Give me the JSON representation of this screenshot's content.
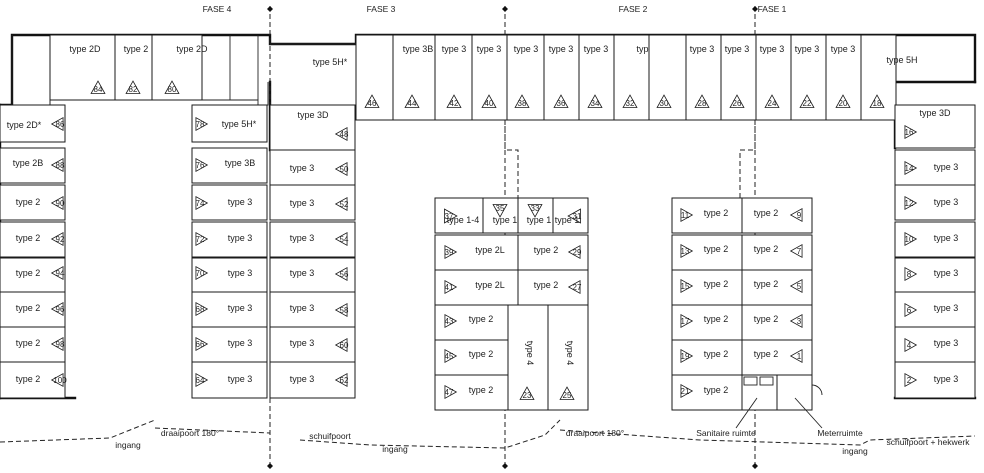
{
  "phases": [
    {
      "label": "FASE 4"
    },
    {
      "label": "FASE 3"
    },
    {
      "label": "FASE 2"
    },
    {
      "label": "FASE 1"
    }
  ],
  "units": [
    {
      "label": "type 2D",
      "number": "84"
    },
    {
      "label": "type 2",
      "number": "82"
    },
    {
      "label": "type 2D",
      "number": "80"
    },
    {
      "label": "type 2D*",
      "number": "86"
    },
    {
      "label": "type 2B",
      "number": "88"
    },
    {
      "label": "type 2",
      "number": "90"
    },
    {
      "label": "type 2",
      "number": "92"
    },
    {
      "label": "type 2",
      "number": "94"
    },
    {
      "label": "type 2",
      "number": "96"
    },
    {
      "label": "type 2",
      "number": "98"
    },
    {
      "label": "type 2",
      "number": "100"
    },
    {
      "label": "type 5H*",
      "number": "78"
    },
    {
      "label": "type 3B",
      "number": "76"
    },
    {
      "label": "type 3",
      "number": "74"
    },
    {
      "label": "type 3",
      "number": "72"
    },
    {
      "label": "type 3",
      "number": "70"
    },
    {
      "label": "type 3",
      "number": "68"
    },
    {
      "label": "type 3",
      "number": "66"
    },
    {
      "label": "type 3",
      "number": "64"
    },
    {
      "label": "type 5H*",
      "number": "46"
    },
    {
      "label": "type 3B",
      "number": "44"
    },
    {
      "label": "type 3",
      "number": "42"
    },
    {
      "label": "type 3",
      "number": "40"
    },
    {
      "label": "type 3",
      "number": "38"
    },
    {
      "label": "type 3",
      "number": "36"
    },
    {
      "label": "type 3",
      "number": "34"
    },
    {
      "label": "type 3D",
      "number": "32"
    },
    {
      "label": "",
      "number": "30"
    },
    {
      "label": "type 3",
      "number": "28"
    },
    {
      "label": "type 3",
      "number": "26"
    },
    {
      "label": "type 3",
      "number": "24"
    },
    {
      "label": "type 3",
      "number": "22"
    },
    {
      "label": "type 3",
      "number": "20"
    },
    {
      "label": "type 5H",
      "number": "18"
    },
    {
      "label": "type 3D",
      "number": "48"
    },
    {
      "label": "type 3",
      "number": "50"
    },
    {
      "label": "type 3",
      "number": "52"
    },
    {
      "label": "type 3",
      "number": "54"
    },
    {
      "label": "type 3",
      "number": "56"
    },
    {
      "label": "type 3",
      "number": "58"
    },
    {
      "label": "type 3",
      "number": "60"
    },
    {
      "label": "type 3",
      "number": "62"
    },
    {
      "label": "type 1-4",
      "number": "37"
    },
    {
      "label": "type 1",
      "number": "35"
    },
    {
      "label": "type 1",
      "number": "33"
    },
    {
      "label": "type 1",
      "number": "31"
    },
    {
      "label": "type 2L",
      "number": "39"
    },
    {
      "label": "type 2",
      "number": "29"
    },
    {
      "label": "type 2L",
      "number": "41"
    },
    {
      "label": "type 2",
      "number": "27"
    },
    {
      "label": "type 2",
      "number": "43"
    },
    {
      "label": "type 2",
      "number": "45"
    },
    {
      "label": "type 2",
      "number": "47"
    },
    {
      "label": "type 4",
      "number": "23"
    },
    {
      "label": "type 4",
      "number": "25"
    },
    {
      "label": "type 2",
      "number": "11"
    },
    {
      "label": "type 2",
      "number": "9"
    },
    {
      "label": "type 2",
      "number": "13"
    },
    {
      "label": "type 2",
      "number": "7"
    },
    {
      "label": "type 2",
      "number": "15"
    },
    {
      "label": "type 2",
      "number": "5"
    },
    {
      "label": "type 2",
      "number": "17"
    },
    {
      "label": "type 2",
      "number": "3"
    },
    {
      "label": "type 2",
      "number": "19"
    },
    {
      "label": "type 2",
      "number": "1"
    },
    {
      "label": "type 2",
      "number": "21"
    },
    {
      "label": "type 3D",
      "number": "16"
    },
    {
      "label": "type 3",
      "number": "14"
    },
    {
      "label": "type 3",
      "number": "12"
    },
    {
      "label": "type 3",
      "number": "10"
    },
    {
      "label": "type 3",
      "number": "8"
    },
    {
      "label": "type 3",
      "number": "6"
    },
    {
      "label": "type 3",
      "number": "4"
    },
    {
      "label": "type 3",
      "number": "2"
    }
  ],
  "annotations": [
    {
      "text": "draaipoort 180°"
    },
    {
      "text": "ingang"
    },
    {
      "text": "schuifpoort"
    },
    {
      "text": "ingang"
    },
    {
      "text": "draaipoort 180°"
    },
    {
      "text": "Sanitaire ruimte"
    },
    {
      "text": "Meterruimte"
    },
    {
      "text": "ingang"
    },
    {
      "text": "schuifpoort + hekwerk"
    }
  ]
}
